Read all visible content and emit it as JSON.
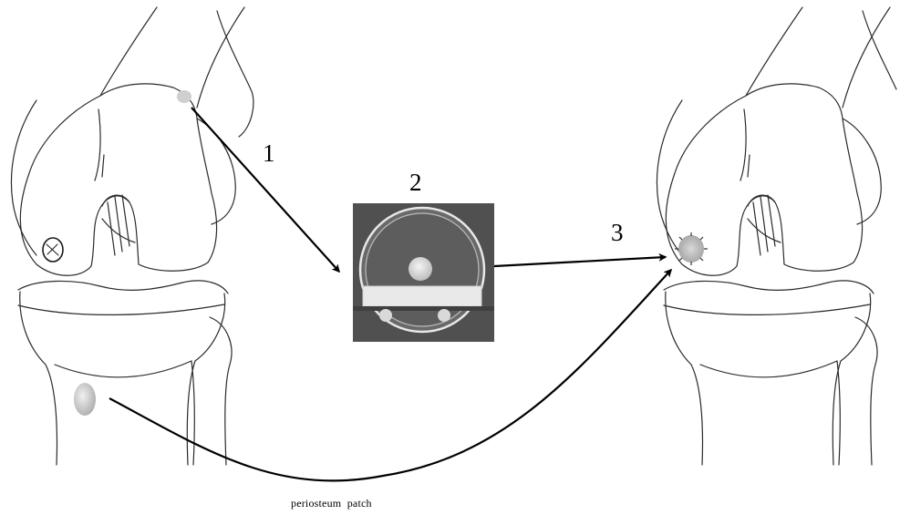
{
  "steps": {
    "one": "1",
    "two": "2",
    "three": "3"
  },
  "caption": "periosteum  patch",
  "colors": {
    "line": "#2b2b2b",
    "arrow": "#000000",
    "dish_background": "#505050",
    "cell_pellet": "#e6e6e6",
    "graft_fill": "#bdbdbd"
  },
  "icons": {
    "knee_left": "knee-joint-illustration",
    "knee_right": "knee-joint-illustration",
    "dish": "petri-dish-photo"
  }
}
